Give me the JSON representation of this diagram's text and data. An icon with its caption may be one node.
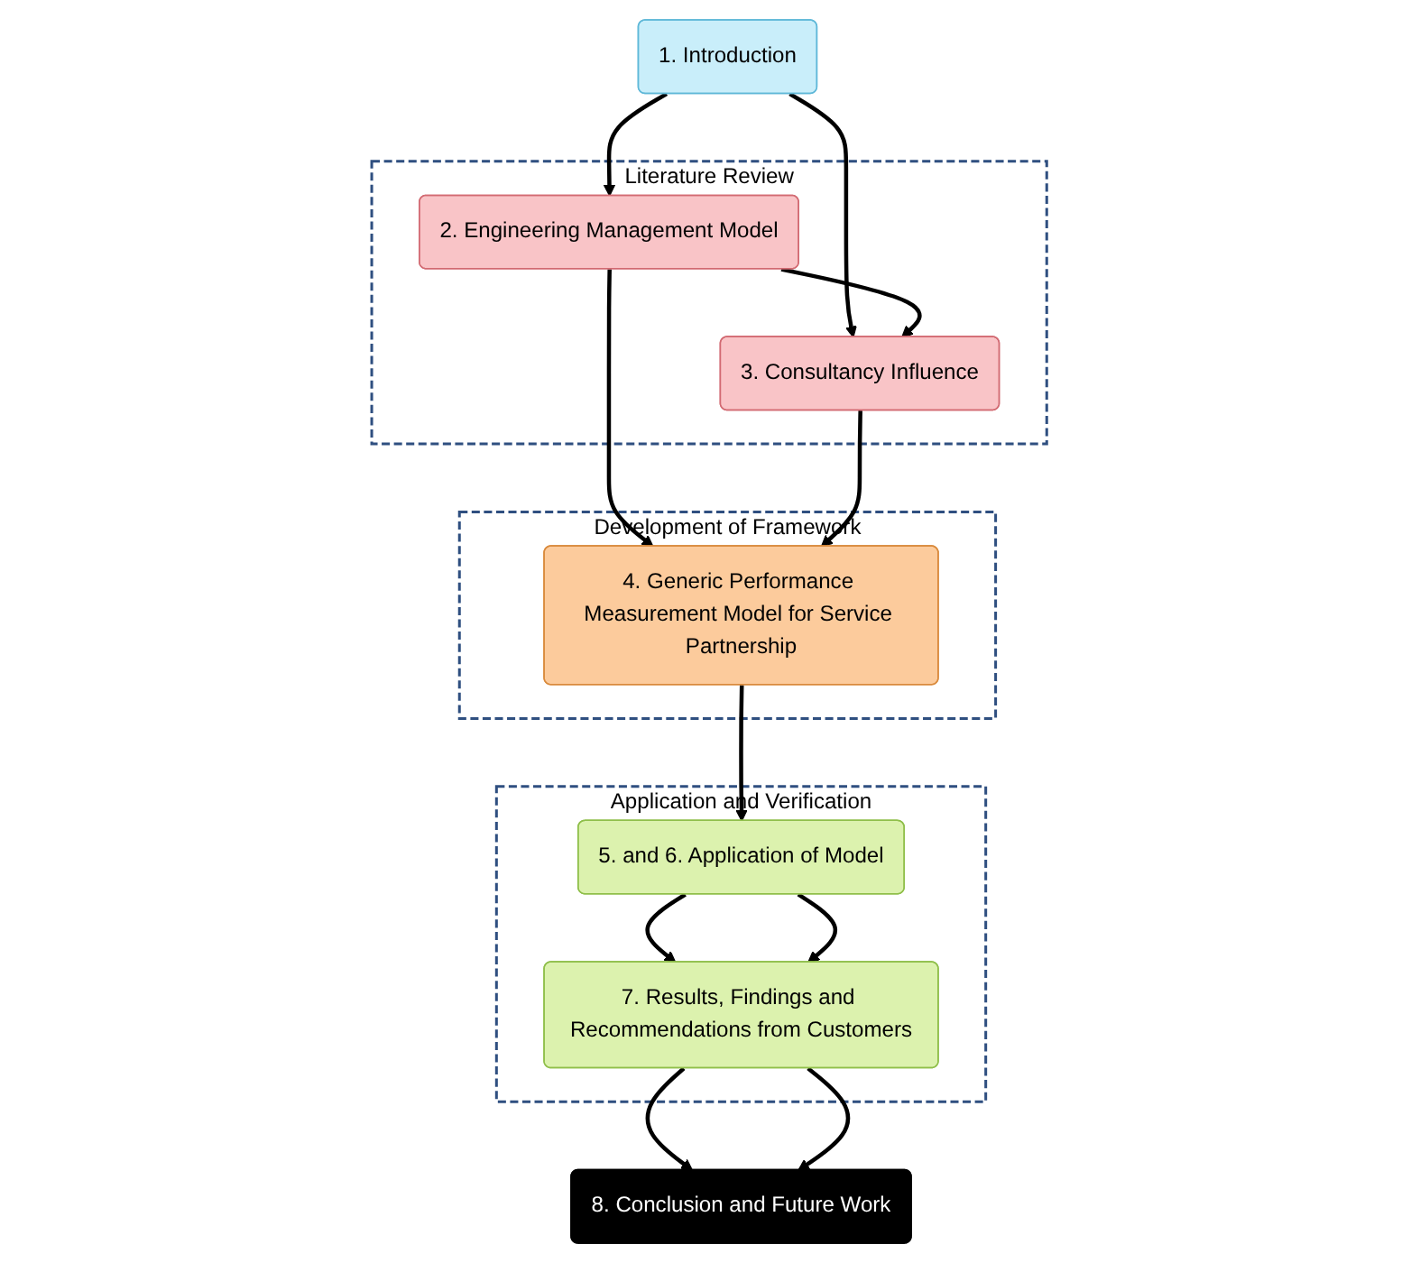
{
  "diagram": {
    "nodes": [
      {
        "text": [
          "1. Introduction"
        ]
      },
      {
        "text": [
          "Literature Review"
        ]
      },
      {
        "text": [
          "2. Engineering Management Model"
        ],
        "in": 1
      },
      {
        "text": [
          "3. Consultancy Influence"
        ],
        "in": 1
      },
      {
        "text": [
          "Development of Framework"
        ]
      },
      {
        "text": [
          "4. Generic Performance Measurement Model for Service Partnership"
        ],
        "in": 4
      },
      {
        "text": [
          "Application and Verification"
        ]
      },
      {
        "text": [
          "5. and 6. Application of Model"
        ],
        "in": 6
      },
      {
        "text": [
          "7. Results, Findings and Recommendations from Customers"
        ],
        "in": 6
      },
      {
        "text": [
          "8. Conclusion and Future Work"
        ]
      }
    ],
    "edges": [
      {
        "from": 0,
        "to": 2,
        "arrow": "to"
      },
      {
        "from": 0,
        "to": 3,
        "arrow": "to"
      },
      {
        "from": 2,
        "to": 3,
        "arrow": "to"
      },
      {
        "from": 2,
        "to": 5,
        "arrow": "to"
      },
      {
        "from": 3,
        "to": 5,
        "arrow": "to"
      },
      {
        "from": 5,
        "to": 7,
        "arrow": "to"
      },
      {
        "from": 7,
        "to": 8,
        "arrow": "to"
      },
      {
        "from": 7,
        "to": 8,
        "arrow": "to"
      },
      {
        "from": 8,
        "to": 9,
        "arrow": "to"
      },
      {
        "from": 8,
        "to": 9,
        "arrow": "to"
      }
    ]
  }
}
